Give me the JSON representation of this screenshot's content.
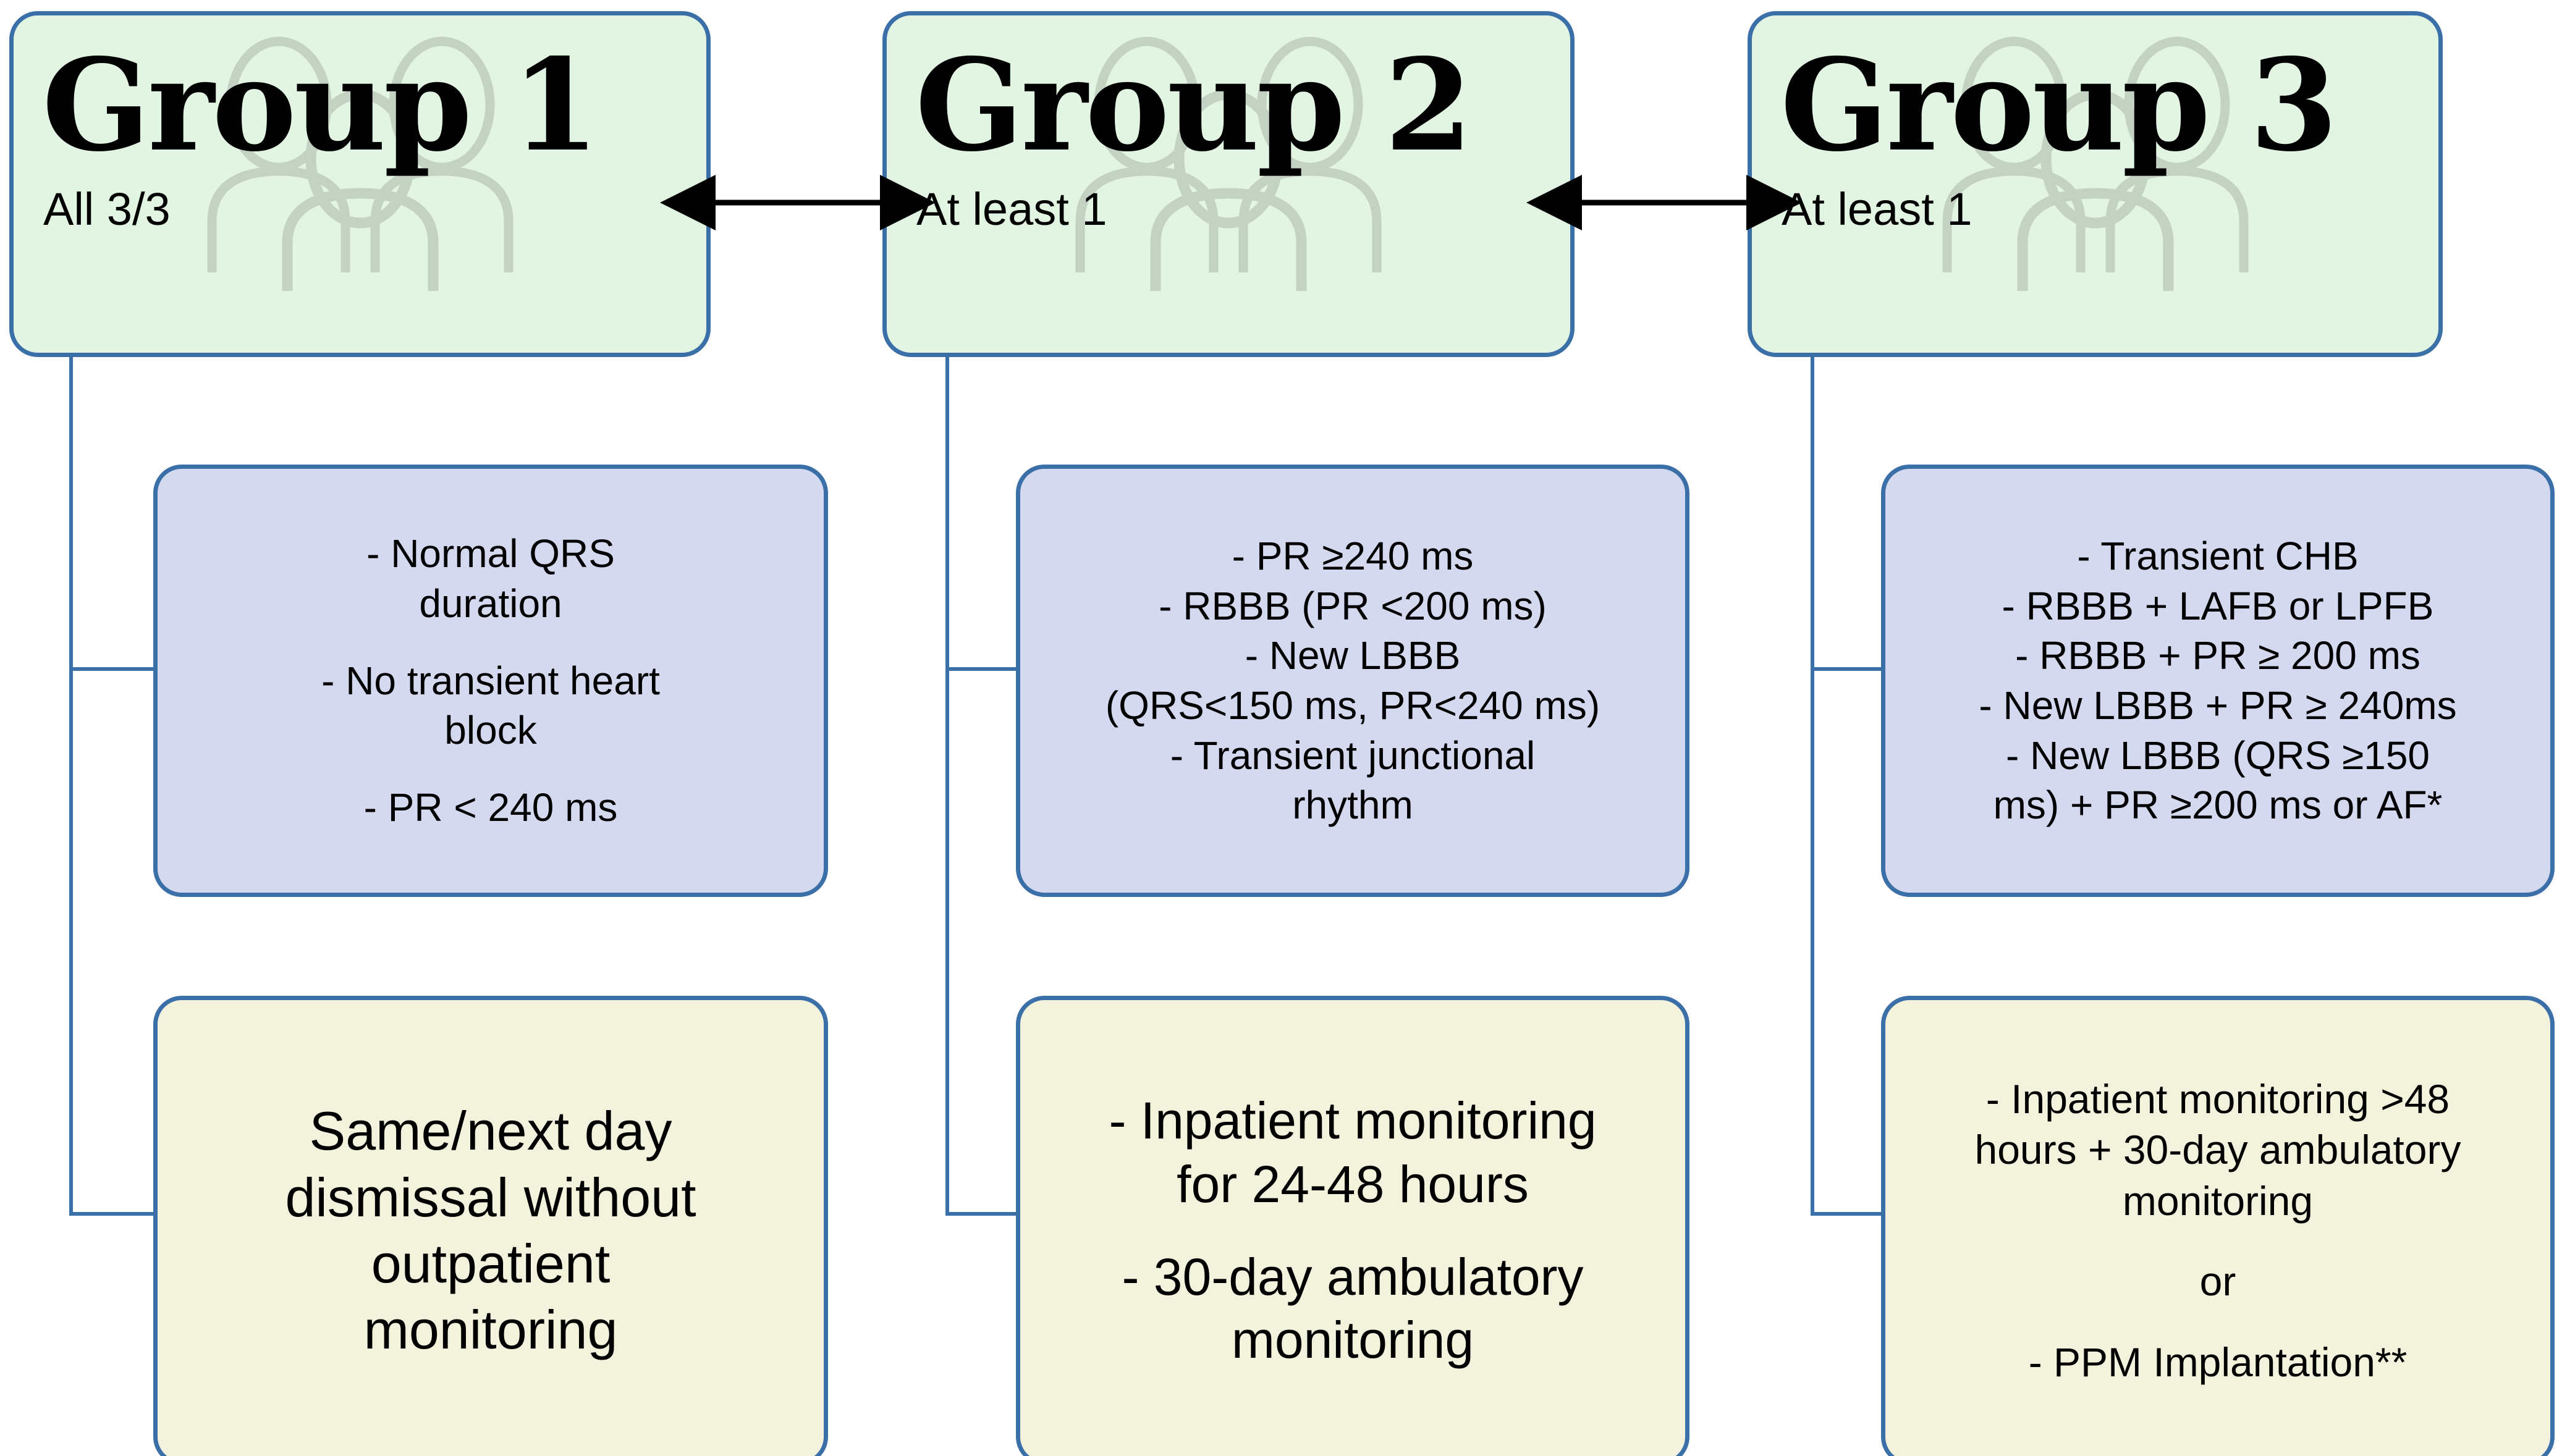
{
  "colors": {
    "header_fill": "#e2f4e2",
    "criteria_fill": "#d4d9ef",
    "management_fill": "#f3f3dd",
    "border": "#3a6fa8",
    "connector": "#3a6fa8",
    "arrow": "#000000",
    "watermark": "#c3d2c3",
    "text": "#000000",
    "background": "#ffffff"
  },
  "columns": [
    {
      "id": "group-1",
      "header": {
        "title": "Group 1",
        "subtitle": "All 3/3",
        "watermark_icon": "people-group-icon"
      },
      "criteria": [
        "- Normal QRS",
        "duration",
        "- No transient heart",
        "block",
        "- PR < 240 ms"
      ],
      "management": [
        "Same/next day",
        "dismissal without",
        "outpatient",
        "monitoring"
      ]
    },
    {
      "id": "group-2",
      "header": {
        "title": "Group 2",
        "subtitle": "At least 1",
        "watermark_icon": "people-group-icon"
      },
      "criteria": [
        "- PR ≥240 ms",
        "- RBBB (PR <200 ms)",
        "- New LBBB",
        "(QRS<150 ms, PR<240 ms)",
        "- Transient junctional",
        "rhythm"
      ],
      "management": [
        "- Inpatient monitoring",
        "for 24-48 hours",
        "",
        "- 30-day ambulatory",
        "monitoring"
      ]
    },
    {
      "id": "group-3",
      "header": {
        "title": "Group 3",
        "subtitle": "At least 1",
        "watermark_icon": "people-group-icon"
      },
      "criteria": [
        "- Transient CHB",
        "- RBBB + LAFB or LPFB",
        "- RBBB + PR ≥ 200 ms",
        "- New LBBB + PR ≥ 240ms",
        "- New LBBB (QRS ≥150",
        "ms) + PR ≥200 ms or AF*"
      ],
      "management": [
        "- Inpatient monitoring >48",
        "hours + 30-day ambulatory",
        "monitoring",
        "",
        "or",
        "",
        "- PPM Implantation**"
      ]
    }
  ],
  "arrows": [
    {
      "id": "arrow-group1-group2",
      "style": "double-headed",
      "from": "group-1",
      "to": "group-2"
    },
    {
      "id": "arrow-group2-group3",
      "style": "double-headed",
      "from": "group-2",
      "to": "group-3"
    }
  ]
}
